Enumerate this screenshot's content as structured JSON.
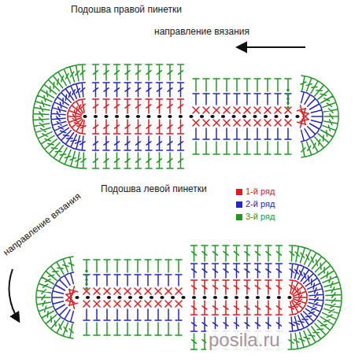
{
  "diagram": {
    "labels": [
      "Подошва правой пинетки",
      "направление вязания",
      "Подошва левой пинетки",
      "направление вязания",
      "posila.ru"
    ],
    "legend": [
      {
        "text": "1-й ряд",
        "color": "#e3191f"
      },
      {
        "text": "2-й ряд",
        "color": "#2626c4"
      },
      {
        "text": "3-й ряд",
        "color": "#1e9a22"
      }
    ]
  }
}
